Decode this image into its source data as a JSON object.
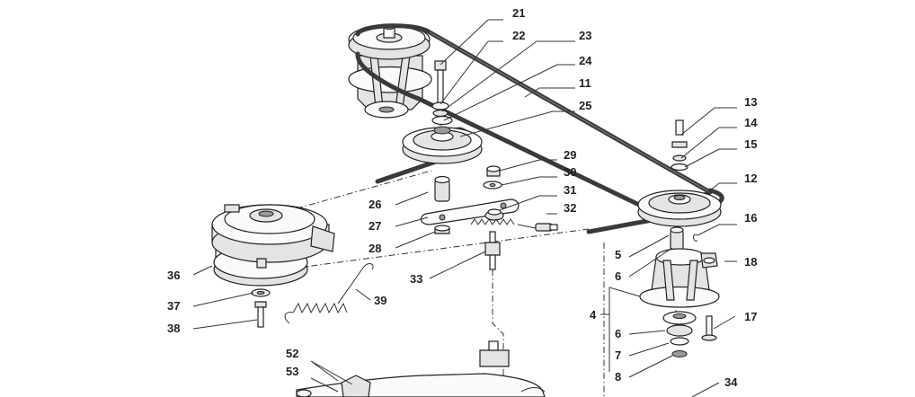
{
  "callouts": [
    {
      "id": "21",
      "text": "21"
    },
    {
      "id": "22",
      "text": "22"
    },
    {
      "id": "23",
      "text": "23"
    },
    {
      "id": "24",
      "text": "24"
    },
    {
      "id": "11",
      "text": "11"
    },
    {
      "id": "25",
      "text": "25"
    },
    {
      "id": "13",
      "text": "13"
    },
    {
      "id": "14",
      "text": "14"
    },
    {
      "id": "15",
      "text": "15"
    },
    {
      "id": "12",
      "text": "12"
    },
    {
      "id": "16",
      "text": "16"
    },
    {
      "id": "29",
      "text": "29"
    },
    {
      "id": "30",
      "text": "30"
    },
    {
      "id": "31",
      "text": "31"
    },
    {
      "id": "32",
      "text": "32"
    },
    {
      "id": "26",
      "text": "26"
    },
    {
      "id": "27",
      "text": "27"
    },
    {
      "id": "28",
      "text": "28"
    },
    {
      "id": "36",
      "text": "36"
    },
    {
      "id": "33",
      "text": "33"
    },
    {
      "id": "5",
      "text": "5"
    },
    {
      "id": "6a",
      "text": "6"
    },
    {
      "id": "18",
      "text": "18"
    },
    {
      "id": "37",
      "text": "37"
    },
    {
      "id": "39",
      "text": "39"
    },
    {
      "id": "4",
      "text": "4"
    },
    {
      "id": "38",
      "text": "38"
    },
    {
      "id": "17",
      "text": "17"
    },
    {
      "id": "6b",
      "text": "6"
    },
    {
      "id": "7",
      "text": "7"
    },
    {
      "id": "52",
      "text": "52"
    },
    {
      "id": "53",
      "text": "53"
    },
    {
      "id": "8",
      "text": "8"
    },
    {
      "id": "34",
      "text": "34"
    }
  ]
}
